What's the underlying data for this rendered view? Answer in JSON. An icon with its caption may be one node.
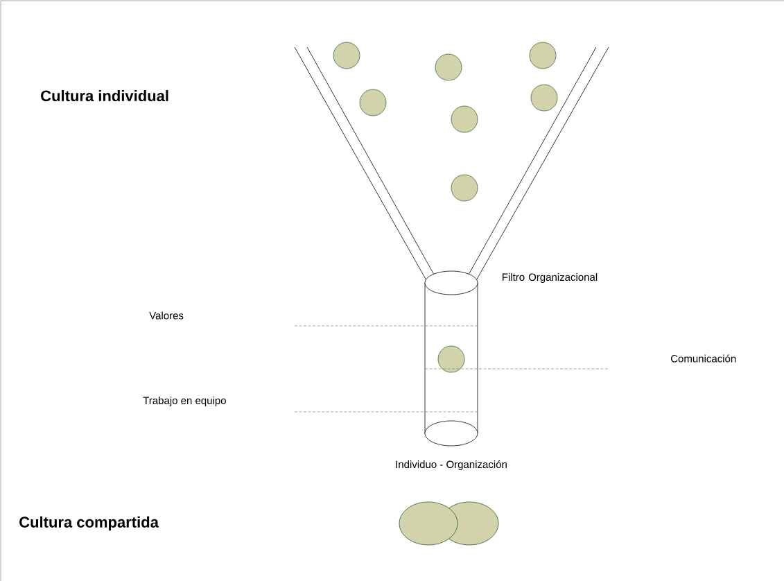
{
  "diagram": {
    "labels": [
      "Cultura individual",
      "Filtro Organizacional",
      "Valores",
      "Comunicación",
      "Trabajo en equipo",
      "Individuo - Organización",
      "Cultura compartida"
    ]
  }
}
